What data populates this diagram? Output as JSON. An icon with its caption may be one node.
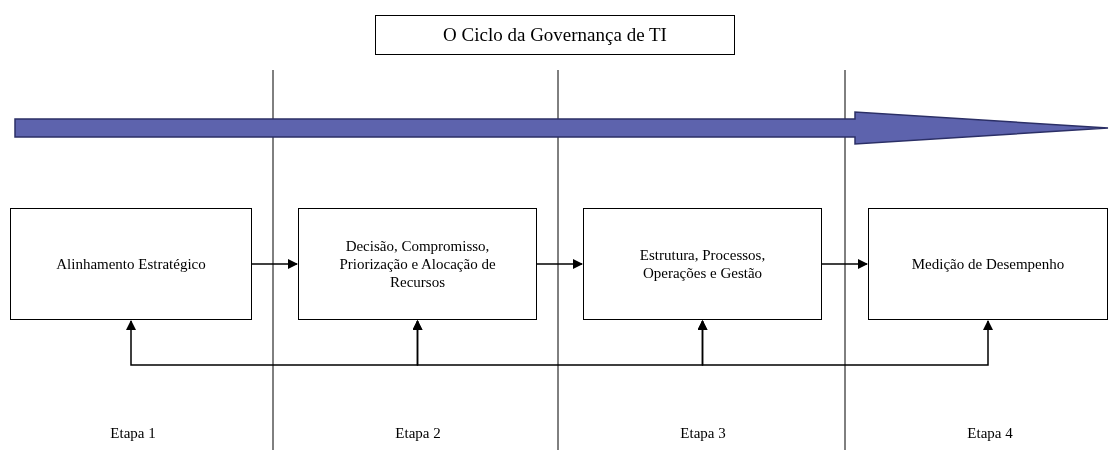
{
  "diagram": {
    "title": "O Ciclo da Governança de TI",
    "nodes": [
      {
        "text": [
          "Alinhamento Estratégico"
        ]
      },
      {
        "text": [
          "Decisão, Compromisso, Priorização e Alocação de Recursos"
        ]
      },
      {
        "text": [
          "Estrutura, Processos, Operações e Gestão"
        ]
      },
      {
        "text": [
          "Medição de Desempenho"
        ]
      }
    ],
    "edges": [
      {
        "from": 0,
        "to": 1,
        "arrow": "to"
      },
      {
        "from": 1,
        "to": 2,
        "arrow": "to"
      },
      {
        "from": 2,
        "to": 3,
        "arrow": "to"
      },
      {
        "from": 0,
        "to": 1,
        "arrow": "both"
      },
      {
        "from": 1,
        "to": 2,
        "arrow": "both"
      },
      {
        "from": 2,
        "to": 3,
        "arrow": "both"
      }
    ],
    "labels": [
      "Etapa 1",
      "Etapa 2",
      "Etapa 3",
      "Etapa 4"
    ]
  }
}
